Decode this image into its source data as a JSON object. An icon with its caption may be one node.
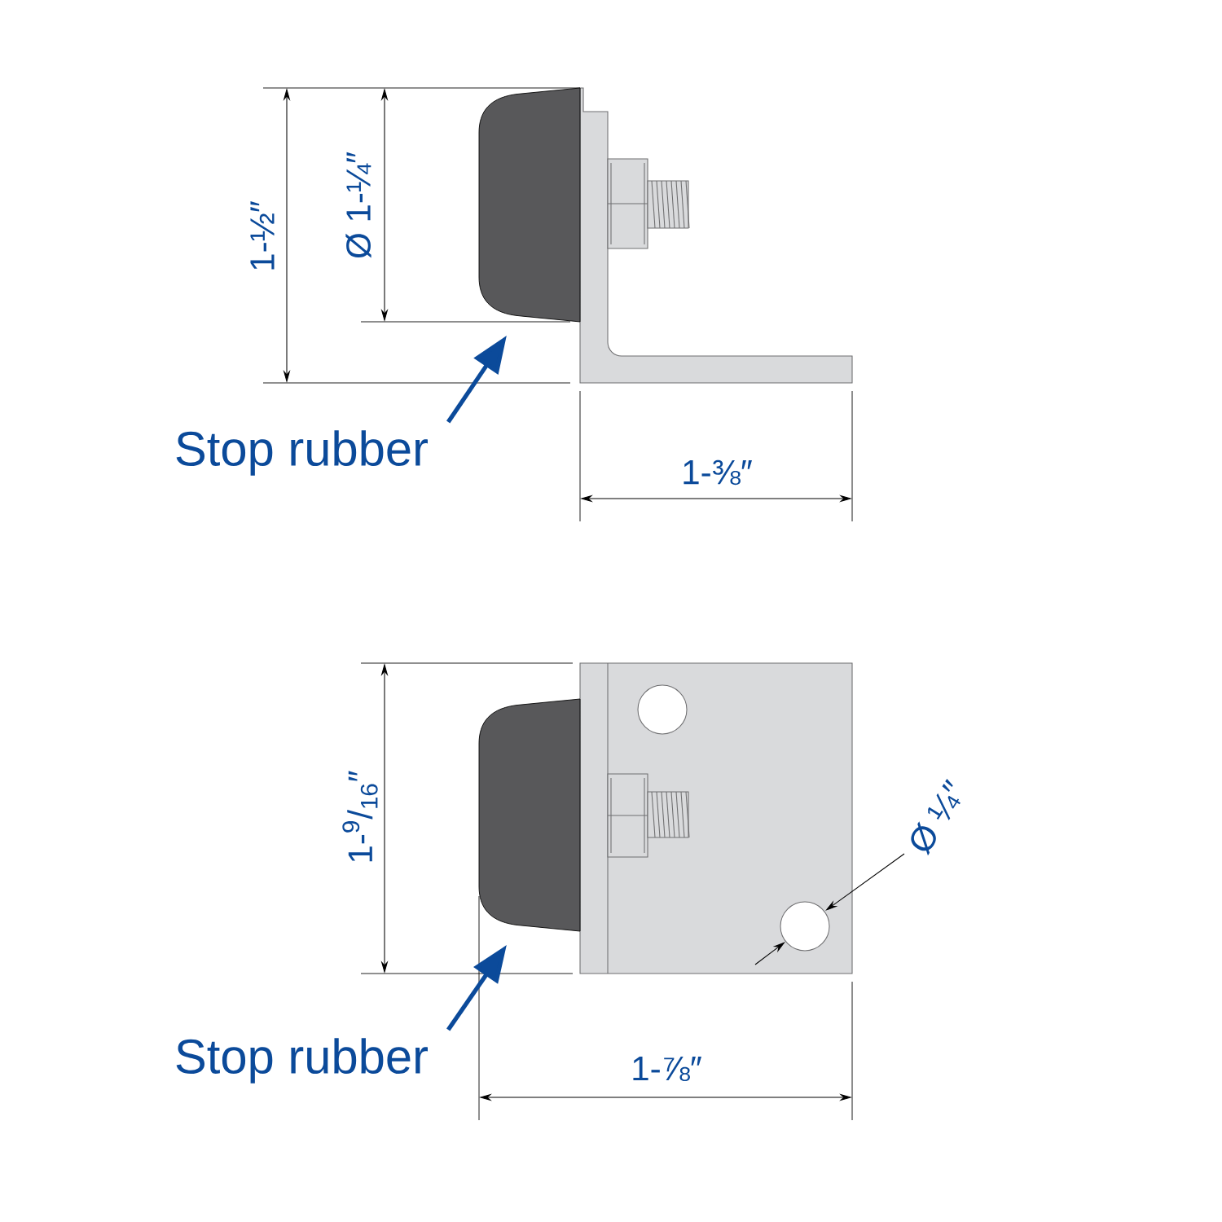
{
  "diagram": {
    "nodes": [
      {
        "text": [
          "Stop rubber"
        ]
      },
      {
        "text": [],
        "shape": "box"
      },
      {
        "text": [
          "Stop rubber"
        ]
      },
      {
        "text": [],
        "shape": "box"
      }
    ],
    "edges": [
      {
        "from": 0,
        "to": 1,
        "arrow": "to"
      },
      {
        "from": 2,
        "to": 3,
        "arrow": "to"
      }
    ],
    "labels": [
      "1-½″",
      "Ø 1-¼″",
      "1-⅜″",
      "1-$^{9}$/$_{16}$″",
      "Ø ¼″",
      "1-⅞″"
    ]
  }
}
